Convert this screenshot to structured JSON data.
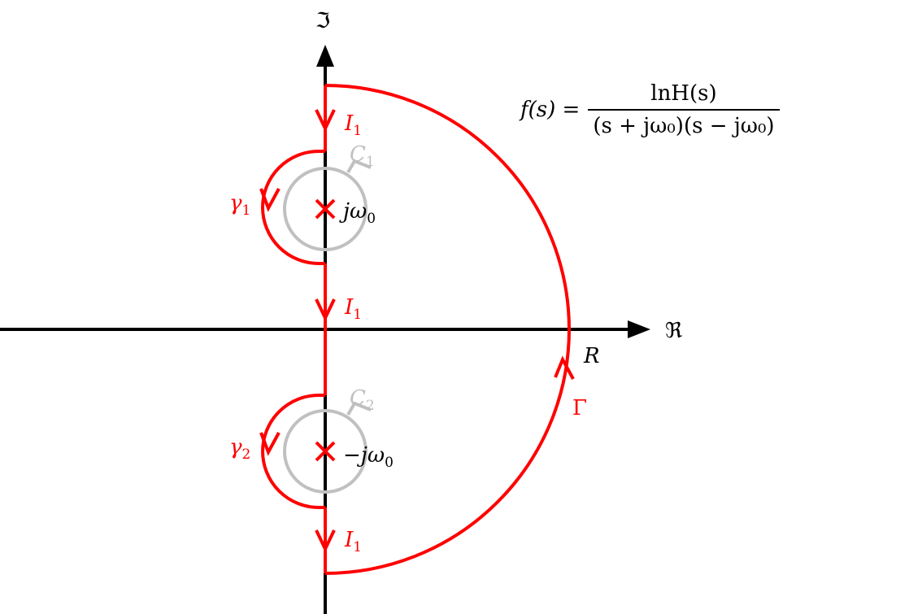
{
  "axes": {
    "imag_label": "ℑ",
    "real_label": "ℜ"
  },
  "contour": {
    "segment_label": "I",
    "segment_sub": "1",
    "indent_upper": "γ",
    "indent_upper_sub": "1",
    "indent_lower": "γ",
    "indent_lower_sub": "2",
    "arc_label": "Γ",
    "radius_label": "R"
  },
  "circles": {
    "upper": "C",
    "upper_sub": "1",
    "lower": "C",
    "lower_sub": "2"
  },
  "poles": {
    "upper": "jω",
    "upper_sub": "0",
    "lower": "−jω",
    "lower_sub": "0"
  },
  "formula": {
    "lhs": "f(s) =",
    "numerator": "lnH(s)",
    "denominator": "(s + jω₀)(s − jω₀)"
  },
  "colors": {
    "contour": "#ff0000",
    "circle": "#c0c0c0",
    "axis": "#000000"
  }
}
